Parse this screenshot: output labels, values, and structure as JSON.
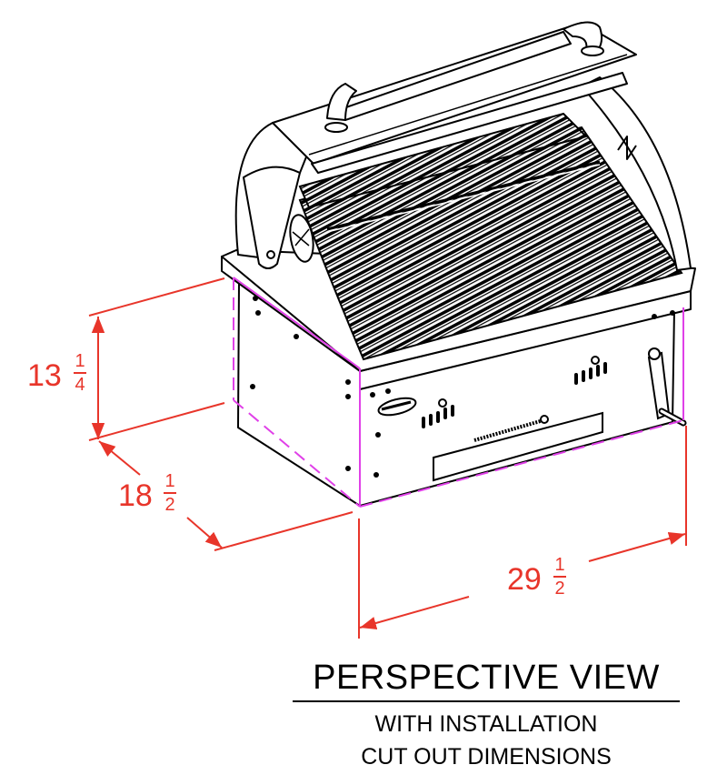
{
  "drawing": {
    "title": "PERSPECTIVE VIEW",
    "subtitle_line1": "WITH INSTALLATION",
    "subtitle_line2": "CUT OUT DIMENSIONS",
    "subject": "built-in grill with open lid",
    "colors": {
      "dimension": "#e8352a",
      "cutout_outline": "#e040e8",
      "linework": "#000000",
      "background": "#ffffff"
    }
  },
  "dimensions": {
    "height": {
      "whole": "13",
      "numerator": "1",
      "denominator": "4",
      "label": "13 1/4"
    },
    "depth": {
      "whole": "18",
      "numerator": "1",
      "denominator": "2",
      "label": "18 1/2"
    },
    "width": {
      "whole": "29",
      "numerator": "1",
      "denominator": "2",
      "label": "29 1/2"
    }
  }
}
